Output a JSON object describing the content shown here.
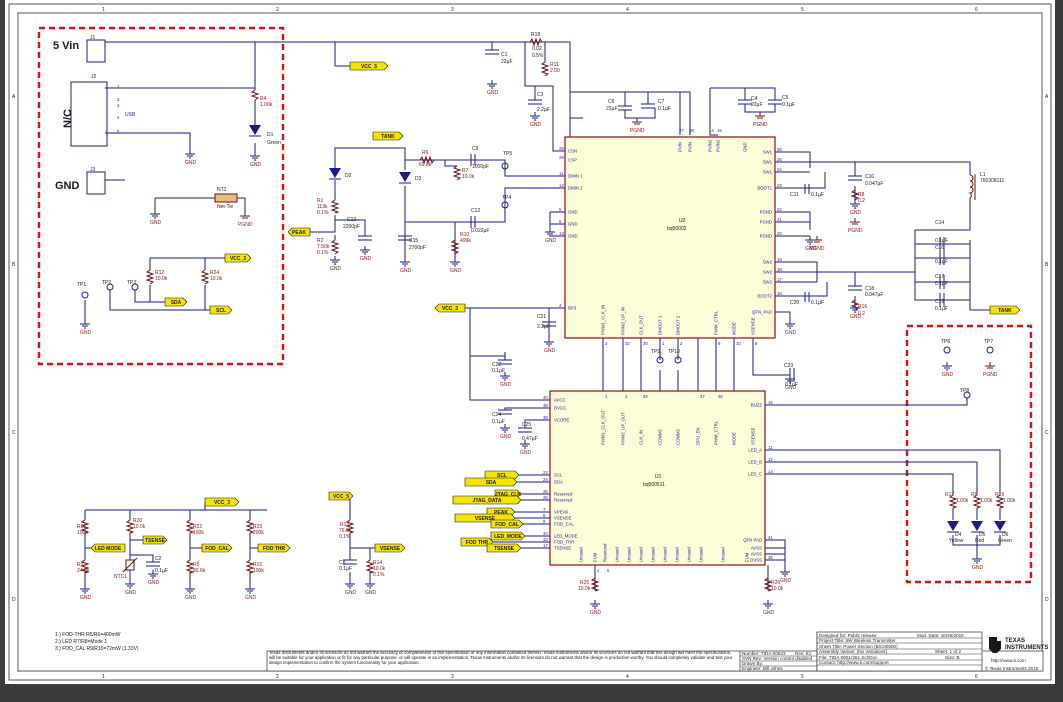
{
  "frame": {
    "cols": [
      "1",
      "2",
      "3",
      "4",
      "5",
      "6"
    ],
    "rows": [
      "A",
      "B",
      "C",
      "D"
    ]
  },
  "headers": {
    "vin": "5 Vin",
    "gnd": "GND",
    "nc": "N/C"
  },
  "ports": {
    "vcc5": "VCC_5",
    "tank_top": "TANK",
    "tank_right": "TANK",
    "peak_left": "PEAK",
    "vcc3_a": "VCC_3",
    "sda_a": "SDA",
    "scl_a": "SCL",
    "vcc3_b": "VCC_3",
    "vcc3_c": "VCC_3",
    "vcc5_b": "VCC_5",
    "led_mode": "LED MODE",
    "tsense": "TSENSE",
    "fod_cal": "FOD_CAL",
    "fod_thr": "FOD THR",
    "vsense": "VSENSE",
    "scl_u1": "SCL",
    "sda_u1": "SDA",
    "jtag_clk": "JTAG_CLK",
    "jtag_data": "JTAG_DATA",
    "peak_u1": "PEAK",
    "vsense_u1": "VSENSE",
    "fod_cal_u1": "FOD_CAL",
    "led_mode_u1": "LED_MODE",
    "fod_thr_u1": "FOD THR",
    "tsense_u1": "TSENSE"
  },
  "u2": {
    "ref": "U2",
    "part": "bq50002",
    "left_pins": [
      [
        "28",
        "CSN"
      ],
      [
        "29",
        "CSP"
      ],
      [
        "11",
        "DMIN 1"
      ],
      [
        "12",
        "DMIN 2"
      ],
      [
        "5",
        "GND"
      ],
      [
        "6",
        "GND"
      ],
      [
        "13",
        "GND"
      ],
      [
        "4",
        "BP3"
      ]
    ],
    "right_pins": [
      [
        "26",
        "SW1"
      ],
      [
        "25",
        "SW1"
      ],
      [
        "24",
        "SW1"
      ],
      [
        "23",
        "BOOT1"
      ],
      [
        "22",
        "PGND"
      ],
      [
        "21",
        "PGND"
      ],
      [
        "20",
        "PGND"
      ],
      [
        "19",
        "SW2"
      ],
      [
        "18",
        "SW2"
      ],
      [
        "17",
        "SW2"
      ],
      [
        "16",
        "BOOT2"
      ],
      [
        "",
        "QFN_PAD"
      ]
    ],
    "top_pins": [
      [
        "27",
        "PVIN"
      ],
      [
        "28",
        "PVIN"
      ],
      [
        "14",
        "PVIN2"
      ],
      [
        "15",
        "PVIN2"
      ],
      [
        "",
        "GND"
      ]
    ],
    "bottom_pins": [
      [
        "3",
        "PWM1_CLK_IN"
      ],
      [
        "32",
        "PWM2_UP_IN"
      ],
      [
        "30",
        "CLK_OUT"
      ],
      [
        "1",
        "DMOUT 1"
      ],
      [
        "2",
        "DMOUT 2"
      ],
      [
        "9",
        "PWM_CTRL"
      ],
      [
        "10",
        "MODE"
      ],
      [
        "8",
        "VSENSE"
      ]
    ]
  },
  "u1": {
    "ref": "U1",
    "part": "bq500511",
    "left_pins": [
      [
        "40",
        "AVCC"
      ],
      [
        "38",
        "DVCC"
      ],
      [
        "39",
        "VCORE"
      ],
      [
        "23",
        "SCL"
      ],
      [
        "24",
        "SDA"
      ],
      [
        "26",
        "Reserved"
      ],
      [
        "25",
        "Reserved"
      ],
      [
        "7",
        "VPEAK"
      ],
      [
        "8",
        "VSENSE"
      ],
      [
        "9",
        "FOD_CAL"
      ],
      [
        "34",
        "LED_MODE"
      ],
      [
        "33",
        "FOD_THR"
      ],
      [
        "17",
        "TSENSE"
      ]
    ],
    "right_pins": [
      [
        "15",
        "BUZZ"
      ],
      [
        "11",
        "LED_A"
      ],
      [
        "12",
        "LED_B"
      ],
      [
        "14",
        "LED_C"
      ],
      [
        "41",
        "QFN PAD"
      ],
      [
        "",
        "AVSS"
      ],
      [
        "",
        "AVSS"
      ],
      [
        "35",
        "DVSS"
      ]
    ],
    "top_pins": [
      [
        "1",
        "PWM1_CLK_OUT"
      ],
      [
        "2",
        "PWM2_UP_OUT"
      ],
      [
        "22",
        "CLK_IN"
      ],
      [
        "",
        "COMM1"
      ],
      [
        "",
        "COMM2"
      ],
      [
        "27",
        "DPU_EN"
      ],
      [
        "36",
        "PWM_CTRL"
      ],
      [
        "",
        "MODE"
      ],
      [
        "",
        "VSENSE"
      ]
    ],
    "bottom_pins": [
      [
        "",
        "Unused"
      ],
      [
        "2",
        "FUM"
      ],
      [
        "5",
        "Reserved"
      ],
      [
        "",
        "Unused"
      ],
      [
        "",
        "Unused"
      ],
      [
        "",
        "Unused"
      ],
      [
        "",
        "Unused"
      ],
      [
        "",
        "Unused"
      ],
      [
        "",
        "Unused"
      ],
      [
        "",
        "Unused"
      ],
      [
        "",
        "Unused"
      ],
      [
        "",
        "Unused"
      ],
      [
        "",
        "FUM"
      ]
    ]
  },
  "parts": {
    "j1": "J1",
    "j2": "J2",
    "j3": "J3",
    "usb": "USB",
    "r4": "R4",
    "r4v": "1.00k",
    "d1": "D1",
    "d1c": "Green",
    "nt1": "NT1",
    "nt1v": "Net-Tie",
    "tp1": "TP1",
    "tp2": "TP2",
    "tp3": "TP3",
    "r12": "R12",
    "r12v": "10.0k",
    "r24": "R24",
    "r24v": "10.0k",
    "c1": "C1",
    "c1v": "22µF",
    "r18": "R18",
    "r18v": "0.02",
    "r18t": "0.5%",
    "r11": "R11",
    "r11v": "2.00",
    "c3": "C3",
    "c3v": "2.2µF",
    "c6": "C6",
    "c6v": "22µF",
    "c7": "C7",
    "c7v": "0.1µF",
    "c4": "C4",
    "c4v": "22µF",
    "c5": "C5",
    "c5v": "0.1µF",
    "d2": "D2",
    "d3": "D3",
    "r6": "R6",
    "r6v": "69.8k",
    "c9": "C9",
    "c9v": "1000pF",
    "r7": "R7",
    "r7v": "10.0k",
    "tp5": "TP5",
    "tp4": "TP4",
    "r1": "R1",
    "r1v": "113k",
    "r1t": "0.1%",
    "c13": "C13",
    "c13v": "2200pF",
    "r2": "R2",
    "r2v": "7.50k",
    "r2t": "0.1%",
    "c15": "C15",
    "c15v": "2700pF",
    "c12": "C12",
    "c12v": "0.022µF",
    "r10": "R10",
    "r10v": "499k",
    "c21": "C21",
    "c21v": "2.2µF",
    "c22": "C22",
    "c22v": "0.1µF",
    "c24": "C24",
    "c24v": "0.1µF",
    "c25": "C25",
    "c25v": "0.47µF",
    "c23": "C23",
    "c23v": "0.1µF",
    "tp9": "TP9",
    "tp10": "TP10",
    "c10": "C10",
    "c10v": "0.047µF",
    "r8": "R8",
    "r8v": "0.2",
    "c11": "C11",
    "c11v": "0.1µF",
    "l1": "L1",
    "l1v": "760308111",
    "c14": "C14",
    "c14v": "0.1µF",
    "c16": "C16",
    "c16v": "0.1µF",
    "c17": "C17",
    "c17v": "0.1µF",
    "c19": "C19",
    "c19v": "0.1µF",
    "c18": "C18",
    "c18v": "0.047µF",
    "r16": "R16",
    "r16v": "0.2",
    "c20": "C20",
    "c20v": "0.1µF",
    "tp6": "TP6",
    "tp7": "TP7",
    "tp8": "TP8",
    "r17": "R17",
    "r17v": "1.00k",
    "r9": "R9",
    "r9v": "1.00k",
    "r19": "R19",
    "r19v": "1.00k",
    "d4": "D4",
    "d4c": "Yellow",
    "d5": "D5",
    "d5c": "Red",
    "d6": "D6",
    "d6c": "Green",
    "r21": "R21",
    "r21v": "100k",
    "r3": "R3",
    "r3v": "24.9k",
    "r20": "R20",
    "r20v": "10.0k",
    "ntc1": "NTC1",
    "c2": "C2",
    "c2v": "0.1µF",
    "r22": "R22",
    "r22v": "100k",
    "r5": "R5",
    "r5v": "80.6k",
    "r23": "R23",
    "r23v": "200k",
    "r15": "R15",
    "r15v": "100k",
    "r13": "R13",
    "r13v": "76.8k",
    "r13t": "0.1%",
    "c8": "C8",
    "c8v": "0.1µF",
    "r14": "R14",
    "r14v": "10.0k",
    "r14t": "0.1%",
    "r25": "R25",
    "r25v": "10.0k",
    "r26": "R26",
    "r26v": "10.0k",
    "gnd": "GND",
    "pgnd": "PGND"
  },
  "notes": [
    "1.) FOD-THR R5/R6=400mW",
    "2.) LED R7/R8=Mode 1",
    "3.) FOD_CAL R9/R10=72mW (1.33V)"
  ],
  "disclaimer": "Texas Instruments and/or its licensors do not warrant the accuracy or completeness of this specification or any information contained therein. Texas Instruments and/or its licensors do not warrant that this design will meet the specifications, will be suitable for your application or fit for any particular purpose, or will operate in an implementation. Texas Instruments and/or its licensors do not warrant that the design is production worthy. You should completely validate and test your design implementation to confirm the system functionality for your application.",
  "titleblock": {
    "number": "Number: TIDA-00623",
    "rev": "Rev: E1",
    "svn": "SVN Rev: Version control disabled",
    "drawn": "Drawn By:",
    "engineer": "Engineer: Bill Johns",
    "designed": "Designed for: Public release",
    "mod_date": "Mod. Date: 10/26/2015",
    "project": "Project Title: 5W Wireless Transmitter",
    "sheet_title": "Sheet Title: Power Section (B/C00000)",
    "assembly": "Assembly Variant: [No Variations]",
    "sheet": "Sheet: 1  of  2",
    "file": "File: TIDA-0061/361.SchDoc",
    "size": "Size: B",
    "contact": "Contact: http://www.ti.com/support",
    "url": "http://www.ti.com",
    "brand1": "TEXAS",
    "brand2": "INSTRUMENTS",
    "copyright": "© Texas Instruments  2015"
  }
}
